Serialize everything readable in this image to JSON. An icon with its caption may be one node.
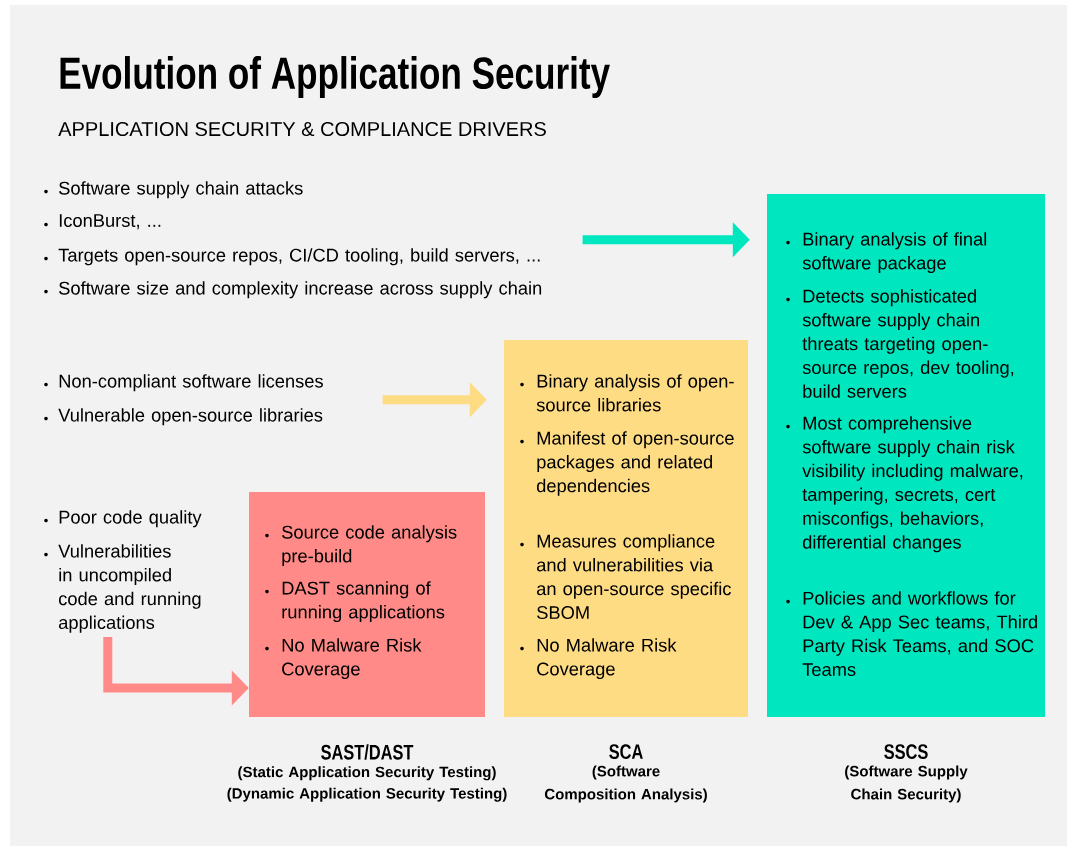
{
  "diagram": {
    "title": "Evolution of Application Security",
    "nodes": [
      {
        "text": [
          "Software supply chain attacks",
          "IconBurst, ...",
          "Targets open-source repos, CI/CD tooling, build servers, ...",
          "Software size and complexity increase across supply chain"
        ]
      },
      {
        "text": [
          "Binary analysis of final software package",
          "Detects sophisticated software supply chain threats targeting open-source repos, dev tooling, build servers",
          "Most comprehensive software supply chain risk visibility including malware, tampering, secrets, cert misconfigs, behaviors, differential changes",
          "Policies and workflows for Dev & App Sec teams, Third Party Risk Teams, and SOC Teams"
        ],
        "beside": [
          "SSCS",
          "(Software Supply Chain Security)"
        ]
      },
      {
        "text": [
          "Non-compliant software licenses",
          "Vulnerable open-source libraries"
        ]
      },
      {
        "text": [
          "Binary analysis of open-source libraries",
          "Manifest of open-source packages and related dependencies",
          "Measures compliance and vulnerabilities via an open-source specific SBOM",
          "No Malware Risk Coverage"
        ],
        "beside": [
          "SCA",
          "(Software Composition Analysis)"
        ]
      },
      {
        "text": [
          "Poor code quality",
          "Vulnerabilities in uncompiled code and running applications"
        ]
      },
      {
        "text": [
          "Source code analysis pre-build",
          "DAST scanning of running applications",
          "No Malware Risk Coverage"
        ],
        "beside": [
          "SAST/DAST",
          "(Static Application Security Testing)",
          "(Dynamic Application Security Testing)"
        ]
      }
    ],
    "edges": [
      {
        "from": 0,
        "to": 1,
        "arrow": "to",
        "color": "#00e6bf"
      },
      {
        "from": 2,
        "to": 3,
        "arrow": "to",
        "color": "#fedc84"
      },
      {
        "from": 4,
        "to": 5,
        "arrow": "to",
        "color": "#ff8a87"
      }
    ],
    "labels": [
      "APPLICATION SECURITY & COMPLIANCE DRIVERS"
    ]
  }
}
